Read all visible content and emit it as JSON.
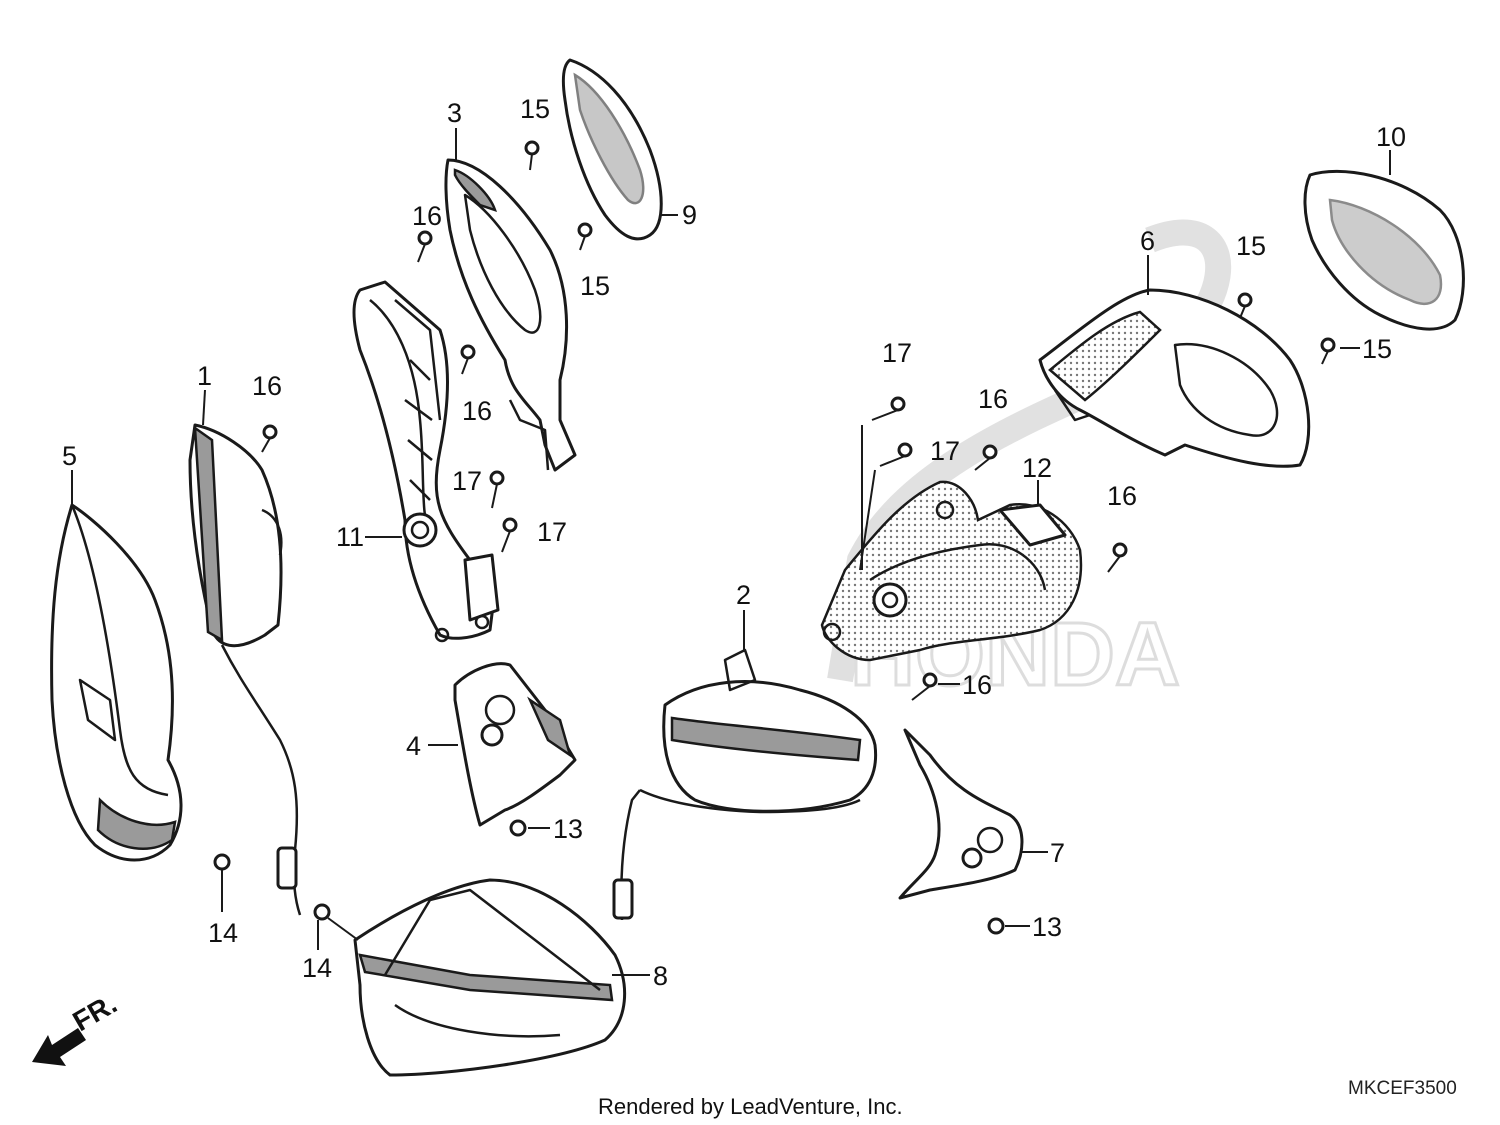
{
  "diagram": {
    "callouts": {
      "c1": "1",
      "c2": "2",
      "c3": "3",
      "c4": "4",
      "c5": "5",
      "c6": "6",
      "c7": "7",
      "c8": "8",
      "c9": "9",
      "c10": "10",
      "c11": "11",
      "c12": "12",
      "c13a": "13",
      "c13b": "13",
      "c14a": "14",
      "c14b": "14",
      "c15a": "15",
      "c15b": "15",
      "c15c": "15",
      "c15d": "15",
      "c16a": "16",
      "c16b": "16",
      "c16c": "16",
      "c16d": "16",
      "c16e": "16",
      "c16f": "16",
      "c17a": "17",
      "c17b": "17",
      "c17c": "17",
      "c17d": "17"
    },
    "watermark": "HONDA",
    "direction_label": "FR.",
    "diagram_code": "MKCEF3500",
    "credit": "Rendered by LeadVenture, Inc."
  },
  "colors": {
    "line": "#1a1a1a",
    "fill": "#ffffff",
    "shade": "#9a9a9a",
    "watermark": "#d0d0d0"
  }
}
